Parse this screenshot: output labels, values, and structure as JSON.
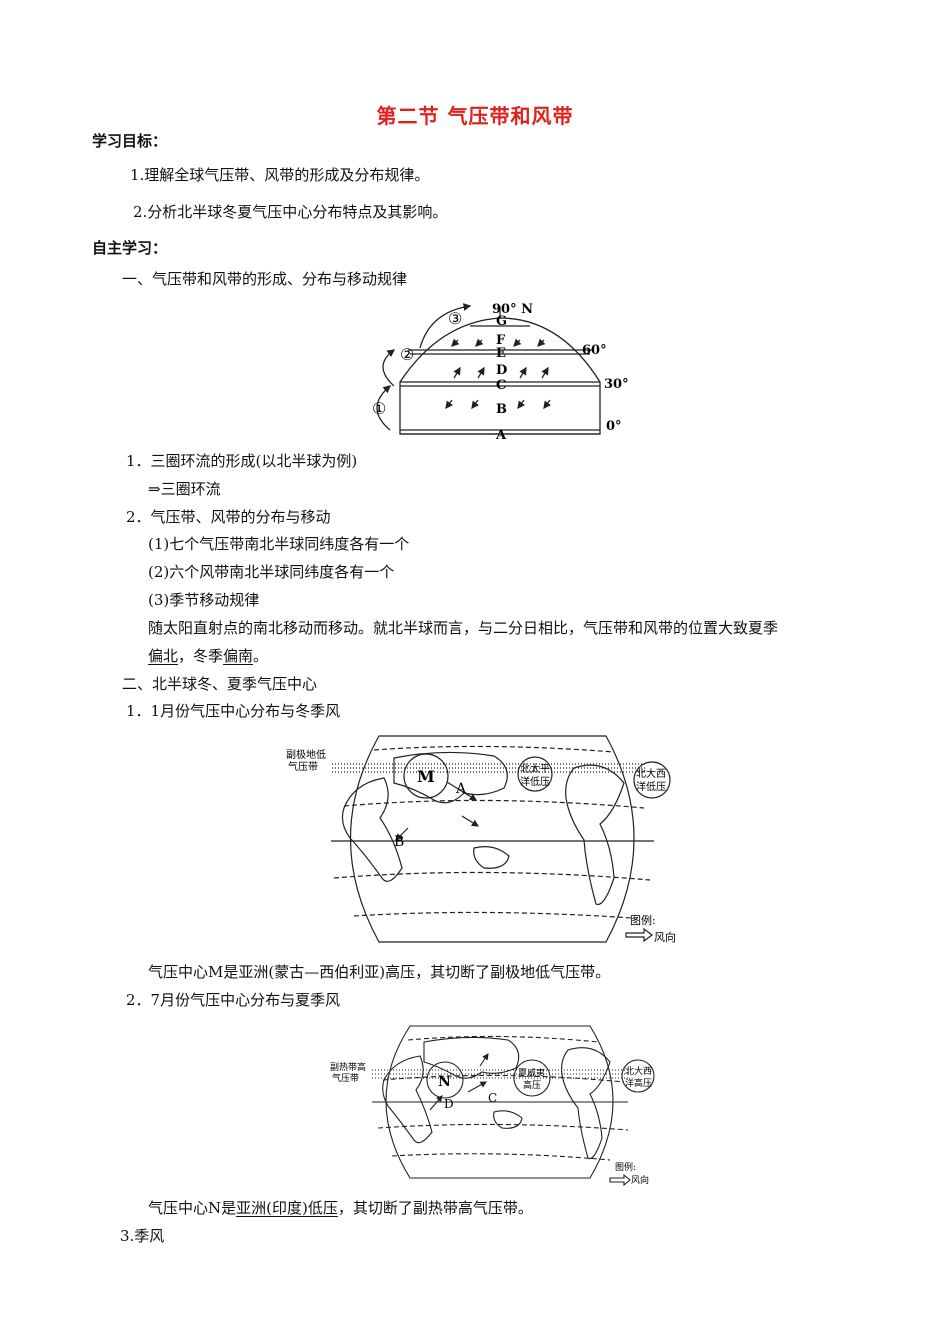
{
  "title": "第二节 气压带和风带",
  "goals": {
    "heading": "学习目标：",
    "items": [
      "1.理解全球气压带、风带的形成及分布规律。",
      "2.分析北半球冬夏气压中心分布特点及其影响。"
    ]
  },
  "self_study": {
    "heading": "自主学习：",
    "section1_title": "一、气压带和风带的形成、分布与移动规律",
    "cell_diagram": {
      "pole_label": "90° N",
      "lat_labels": [
        "60°",
        "30°",
        "0°"
      ],
      "belt_letters": [
        "A",
        "B",
        "C",
        "D",
        "E",
        "F",
        "G"
      ],
      "cell_numbers": [
        "①",
        "②",
        "③"
      ]
    },
    "item1": "1．三圈环流的形成(以北半球为例)",
    "item1_sub": "⇒三圈环流",
    "item2": "2．气压带、风带的分布与移动",
    "item2_1": "(1)七个气压带南北半球同纬度各有一个",
    "item2_2": "(2)六个风带南北半球同纬度各有一个",
    "item2_3": "(3)季节移动规律",
    "move_line1": "随太阳直射点的南北移动而移动。就北半球而言，与二分日相比，气压带和风带的位置大致夏季",
    "move_north": "偏北",
    "move_mid": "，冬季",
    "move_south": "偏南",
    "move_end": "。",
    "section2_title": "二、北半球冬、夏季气压中心",
    "jan_title": "1．1月份气压中心分布与冬季风",
    "jan_map": {
      "belt_label_line1": "副极地低",
      "belt_label_line2": "气压带",
      "center_M": "M",
      "letter_A": "A",
      "letter_B": "B",
      "pac_low_line1": "北太平",
      "pac_low_line2": "洋低压",
      "atl_low_line1": "北大西",
      "atl_low_line2": "洋低压",
      "legend_title": "图例:",
      "legend_item": "风向"
    },
    "jan_caption": "气压中心M是亚洲(蒙古—西伯利亚)高压，其切断了副极地低气压带。",
    "jul_title": "2．7月份气压中心分布与夏季风",
    "jul_map": {
      "belt_label_line1": "副热带高",
      "belt_label_line2": "气压带",
      "center_N": "N",
      "letter_C": "C",
      "letter_D": "D",
      "hawaii_line1": "夏威夷",
      "hawaii_line2": "高压",
      "atl_high_line1": "北大西",
      "atl_high_line2": "洋高压",
      "legend_title": "图例:",
      "legend_item": "风向"
    },
    "jul_caption_pre": "气压中心N是",
    "jul_caption_u": "亚洲(印度)低压",
    "jul_caption_post": "，其切断了副热带高气压带。",
    "item3": "3.季风"
  }
}
